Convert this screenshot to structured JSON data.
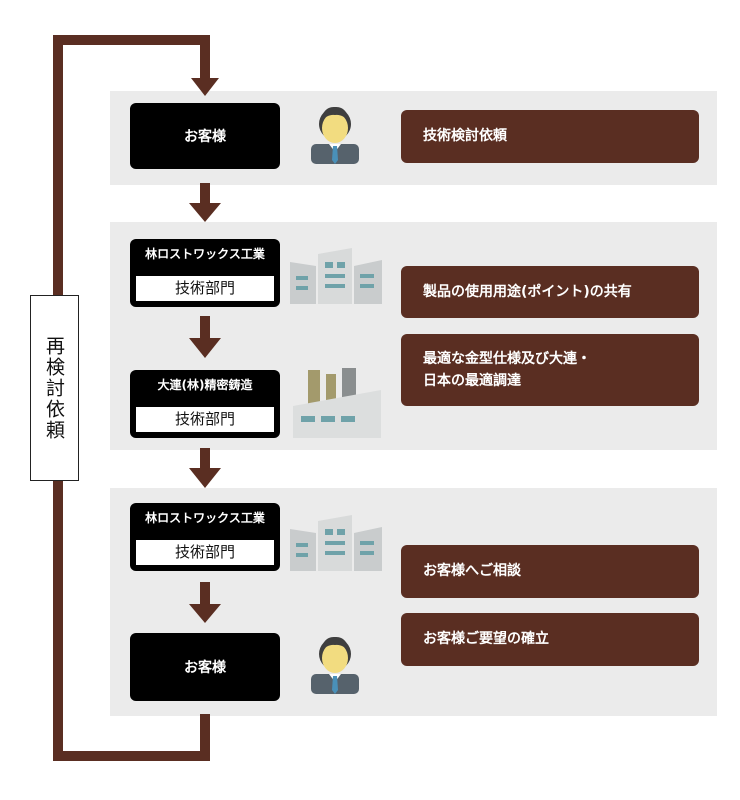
{
  "loop_label": "再検討依頼",
  "steps": {
    "customer_top": "お客様",
    "hayashi_1": {
      "company": "林ロストワックス工業",
      "dept": "技術部門"
    },
    "dalian": {
      "company": "大連(林)精密鋳造",
      "dept": "技術部門"
    },
    "hayashi_2": {
      "company": "林ロストワックス工業",
      "dept": "技術部門"
    },
    "customer_bottom": "お客様"
  },
  "actions": {
    "tech_request": "技術検討依頼",
    "share_usage": "製品の使用用途(ポイント)の共有",
    "optimal_line1": "最適な金型仕様及び大連・",
    "optimal_line2": "日本の最適調達",
    "consult": "お客様へご相談",
    "confirm": "お客様ご要望の確立"
  },
  "colors": {
    "brown": "#5a2e22",
    "panel_gray": "#ebebeb",
    "black": "#000000"
  }
}
